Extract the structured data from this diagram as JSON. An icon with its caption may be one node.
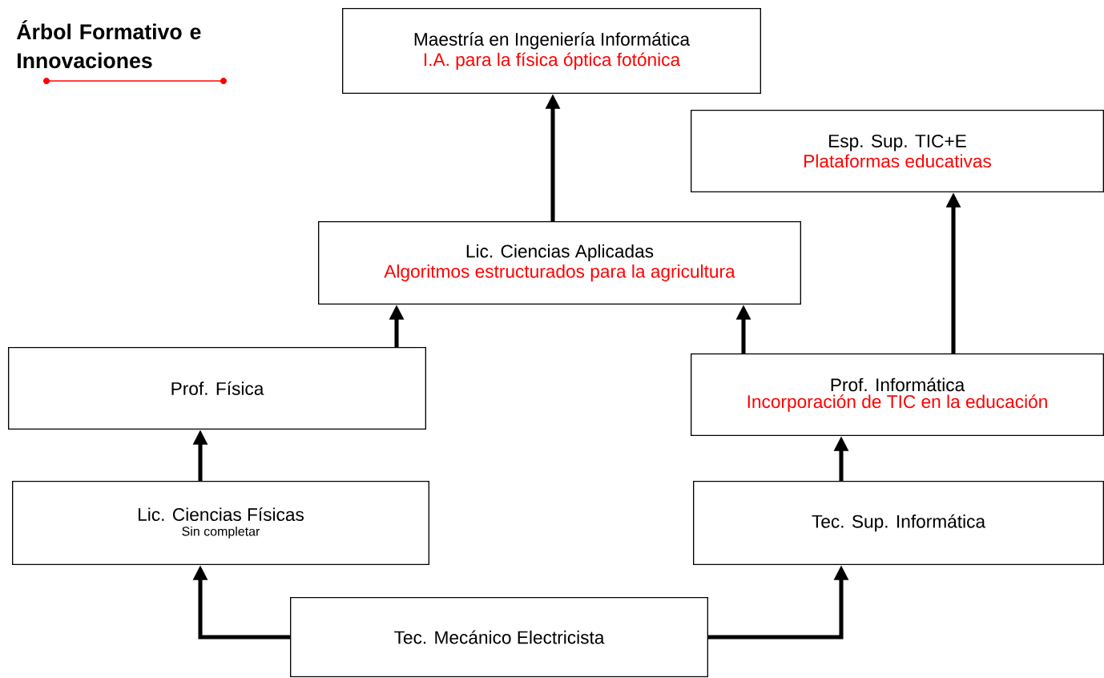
{
  "diagram": {
    "title": "Árbol Formativo e Innovaciones",
    "nodes": [
      {
        "text": [
          "Maestría en Ingeniería  Informática",
          "I.A. para la física óptica fotónica"
        ]
      },
      {
        "text": [
          "Esp. Sup. TIC+E",
          "Plataformas educativas"
        ]
      },
      {
        "text": [
          "Lic. Ciencias Aplicadas",
          "Algoritmos estructurados para la agricultura"
        ]
      },
      {
        "text": [
          "Prof. Física"
        ]
      },
      {
        "text": [
          "Prof. Informática",
          "Incorporación de TIC en la educación"
        ]
      },
      {
        "text": [
          "Lic. Ciencias Físicas",
          "Sin completar"
        ]
      },
      {
        "text": [
          "Tec. Sup. Informática"
        ]
      },
      {
        "text": [
          "Tec. Mecánico Electricista"
        ]
      }
    ],
    "edges": [
      {
        "from": 2,
        "to": 0,
        "arrow": "to"
      },
      {
        "from": 4,
        "to": 1,
        "arrow": "to"
      },
      {
        "from": 3,
        "to": 2,
        "arrow": "to"
      },
      {
        "from": 4,
        "to": 2,
        "arrow": "to"
      },
      {
        "from": 5,
        "to": 3,
        "arrow": "to"
      },
      {
        "from": 6,
        "to": 4,
        "arrow": "to"
      },
      {
        "from": 7,
        "to": 5,
        "arrow": "to"
      },
      {
        "from": 7,
        "to": 6,
        "arrow": "to"
      }
    ]
  }
}
